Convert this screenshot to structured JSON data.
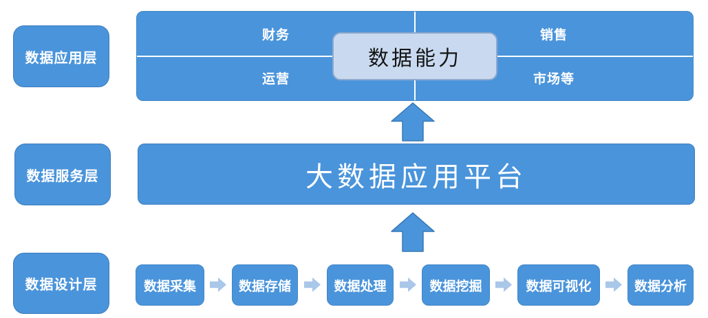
{
  "layers": [
    {
      "label": "数据应用层"
    },
    {
      "label": "数据服务层"
    },
    {
      "label": "数据设计层"
    }
  ],
  "application": {
    "quadrants": [
      {
        "label": "财务"
      },
      {
        "label": "销售"
      },
      {
        "label": "运营"
      },
      {
        "label": "市场等"
      }
    ],
    "center_label": "数据能力"
  },
  "service": {
    "platform_label": "大数据应用平台"
  },
  "pipeline": {
    "steps": [
      {
        "label": "数据采集"
      },
      {
        "label": "数据存储"
      },
      {
        "label": "数据处理"
      },
      {
        "label": "数据挖掘"
      },
      {
        "label": "数据可视化"
      },
      {
        "label": "数据分析"
      }
    ]
  },
  "icons": {
    "up_arrow": "up-arrow",
    "right_arrow": "right-arrow"
  },
  "colors": {
    "primary_blue": "#4a94db",
    "primary_border": "#3b7bbd",
    "capsule_fill": "#c9daf0",
    "capsule_border": "#8fa9cc",
    "connector_light_blue": "#a9c7e9",
    "divider_white": "#ffffff",
    "text_on_blue": "#ffffff",
    "text_dark": "#141414",
    "background": "#ffffff"
  }
}
